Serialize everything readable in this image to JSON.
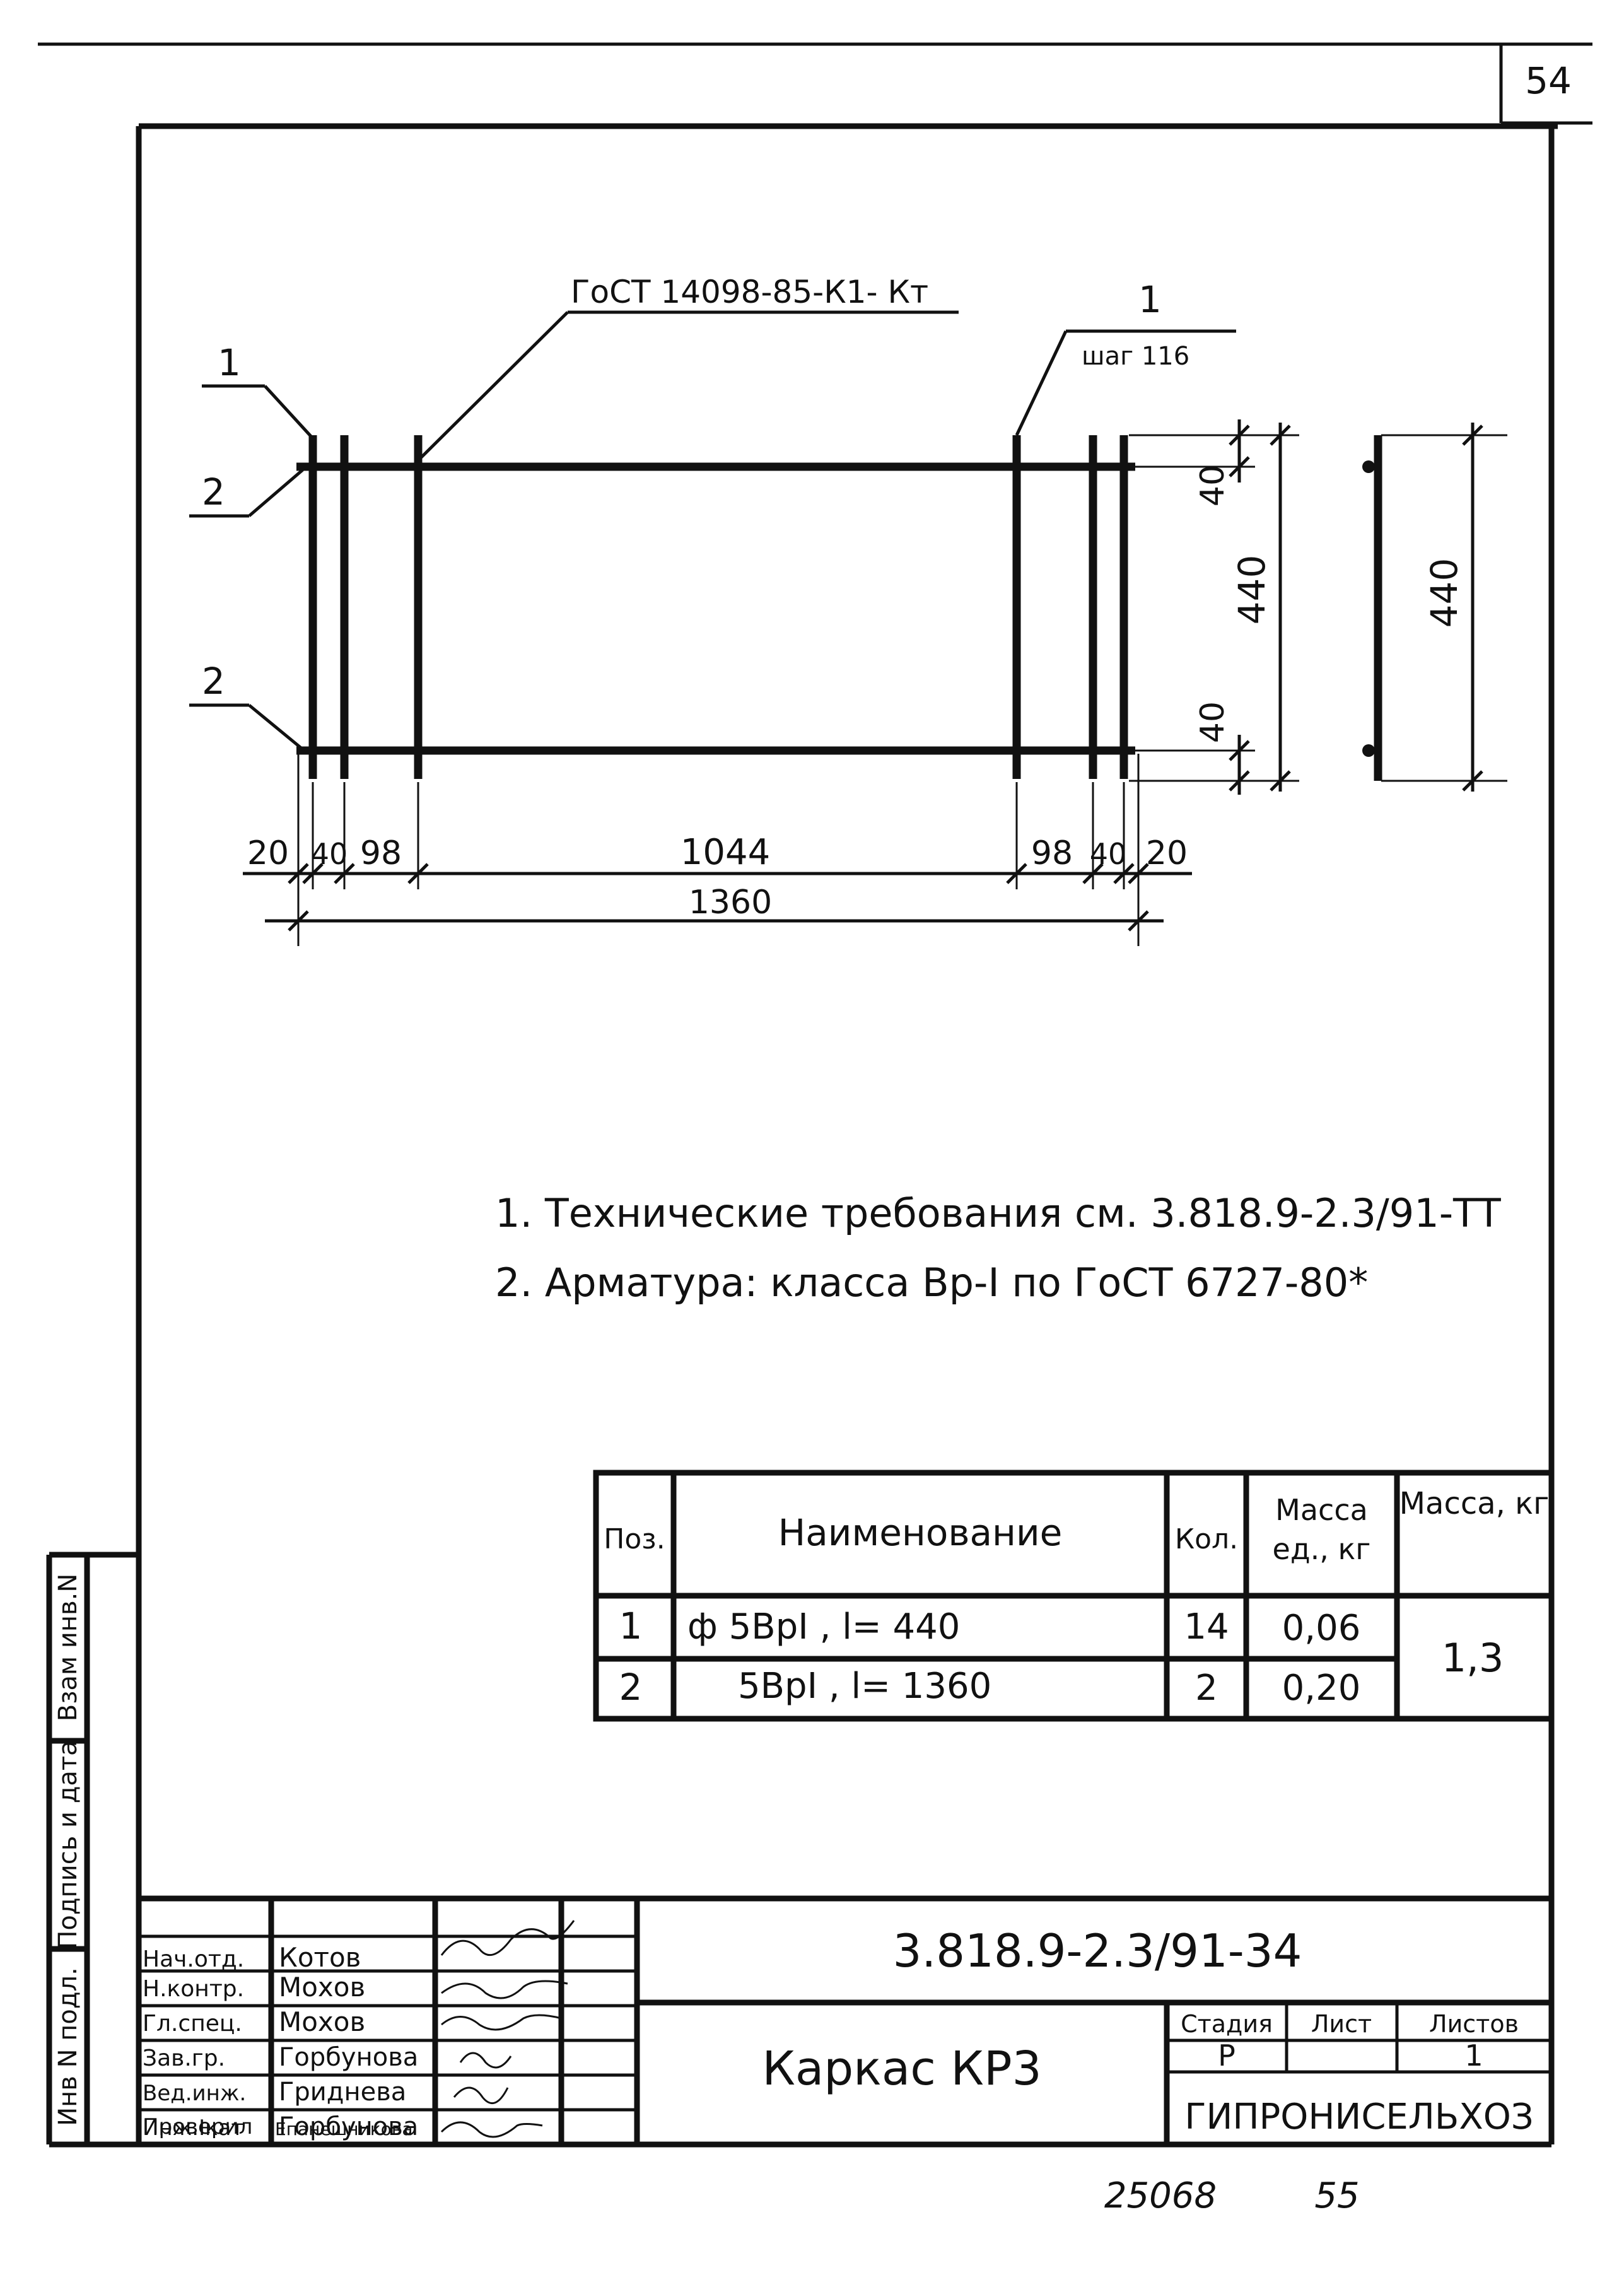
{
  "sheet": {
    "page_number": "54"
  },
  "drawing": {
    "weld_callout": "ГоСТ 14098-85-К1- Кт",
    "pos1_left": "1",
    "pos1_right": "1",
    "pitch_label": "шаг 116",
    "pos2_top": "2",
    "pos2_bottom": "2",
    "dim_cover_top": "40",
    "dim_cover_bottom": "40",
    "dim_height": "440",
    "dim_side_height": "440",
    "dims_horizontal": [
      "20",
      "40",
      "98",
      "1044",
      "98",
      "40",
      "20"
    ],
    "dim_total": "1360"
  },
  "notes": [
    "1. Технические требования см. 3.818.9-2.3/91-ТТ",
    "2. Арматура: класса Вр-I по ГоСТ 6727-80*"
  ],
  "spec_table": {
    "headers": {
      "pos": "Поз.",
      "name": "Наименование",
      "qty": "Кол.",
      "unit_mass": "Масса ед., кг",
      "mass": "Масса, кг"
    },
    "rows": [
      {
        "pos": "1",
        "name": "ф 5ВрI , l= 440",
        "qty": "14",
        "unit_mass": "0,06"
      },
      {
        "pos": "2",
        "name": "5ВрI , l= 1360",
        "qty": "2",
        "unit_mass": "0,20"
      }
    ],
    "total_mass": "1,3"
  },
  "side_stamp": {
    "cells": [
      "Инв N подл.",
      "Подпись и дата",
      "Взам инв.N"
    ]
  },
  "title_block": {
    "document_code": "3.818.9-2.3/91-34",
    "title": "Каркас КР3",
    "stage_label": "Стадия",
    "sheet_label": "Лист",
    "sheets_label": "Листов",
    "stage_value": "Р",
    "sheet_value": "",
    "sheets_value": "1",
    "organization": "ГИПРОНИСЕЛЬХОЗ",
    "staff": [
      {
        "role": "Нач.отд.",
        "name": "Котов"
      },
      {
        "role": "Н.контр.",
        "name": "Мохов"
      },
      {
        "role": "Гл.спец.",
        "name": "Мохов"
      },
      {
        "role": "Зав.гр.",
        "name": "Горбунова"
      },
      {
        "role": "Вед.инж.",
        "name": "Гриднева"
      },
      {
        "role": "Инж.Iкат",
        "name": "Епанешникова"
      },
      {
        "role": "Проверил",
        "name": "Горбунова"
      }
    ]
  },
  "footer_numbers": {
    "left": "25068",
    "right": "55"
  }
}
